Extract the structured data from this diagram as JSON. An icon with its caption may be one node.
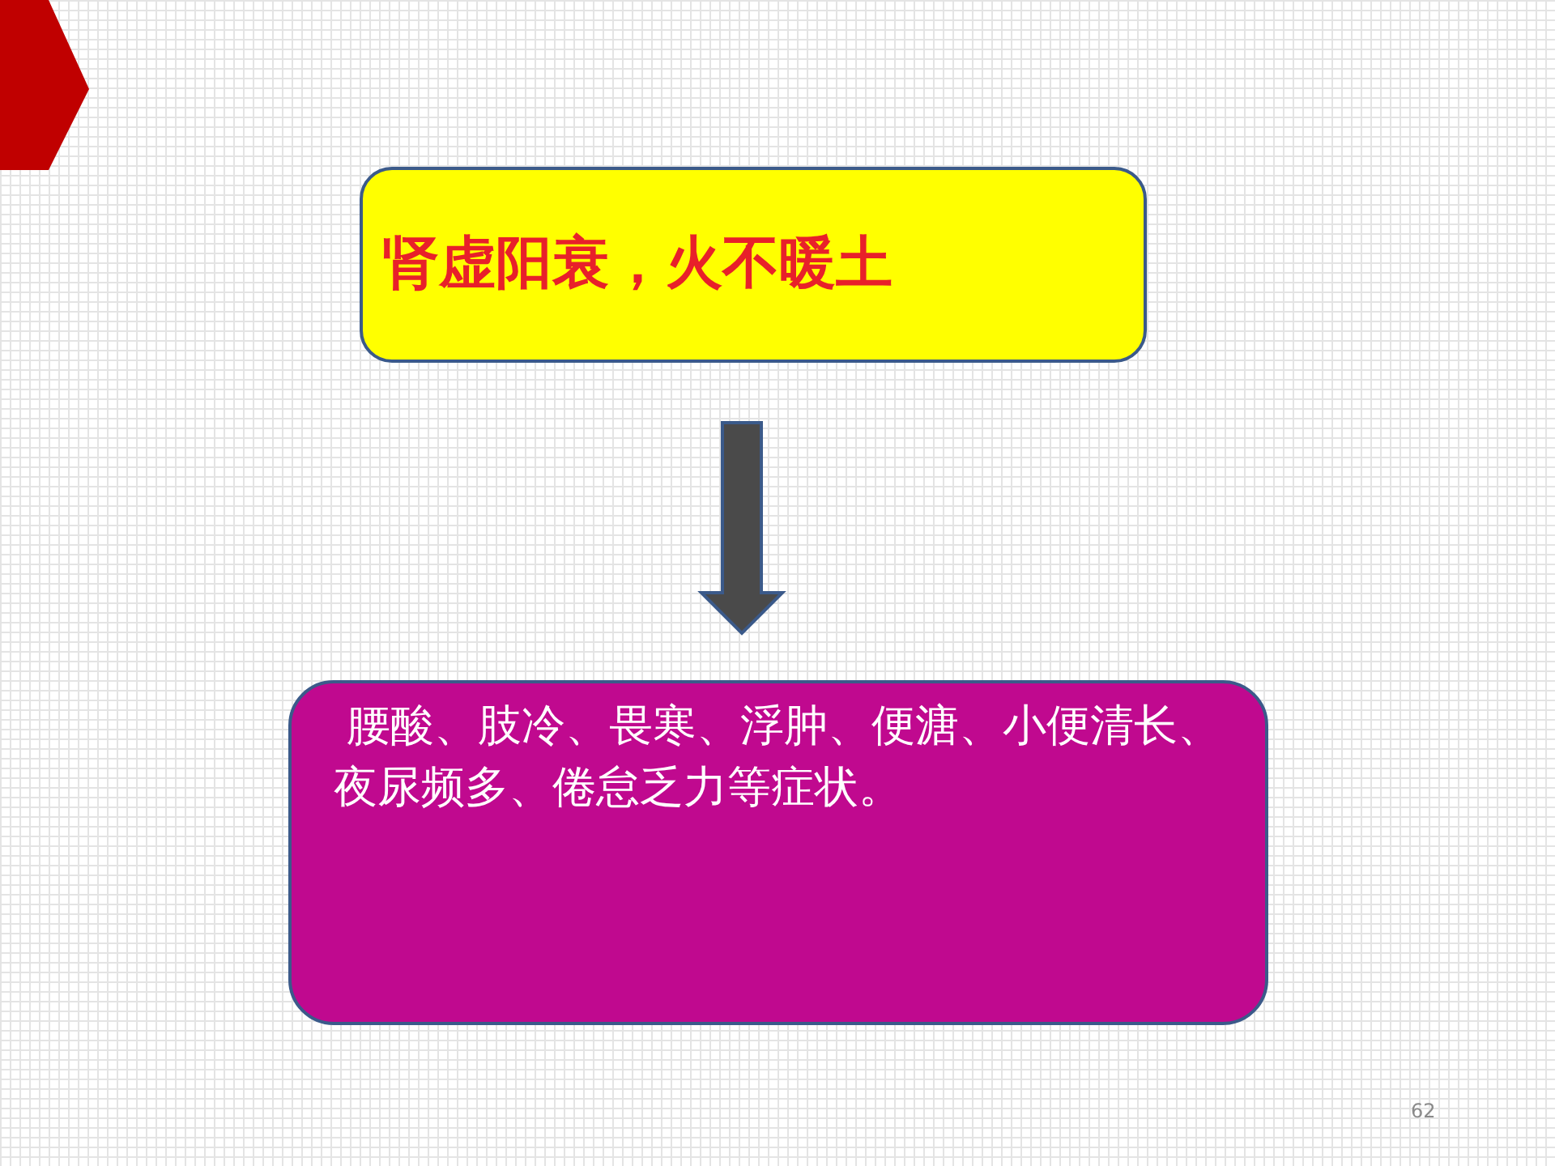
{
  "diagram": {
    "nodes": [
      {
        "text": [
          "肾虚阳衰，火不暖土"
        ]
      },
      {
        "text": [
          "腰酸、肢冷、畏寒、浮肿、便溏、小便清长、夜尿频多、倦怠乏力等症状。"
        ]
      }
    ],
    "edges": [
      {
        "from": 0,
        "to": 1,
        "arrow": "to"
      }
    ],
    "labels": [
      "62"
    ]
  }
}
